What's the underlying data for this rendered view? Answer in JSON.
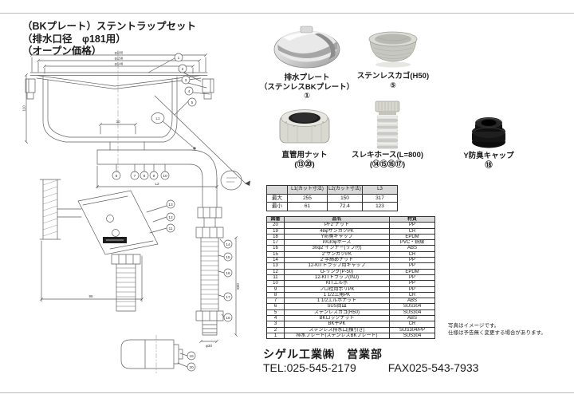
{
  "header": {
    "line1": "（BKプレート）ステントラップセット",
    "line2": "（排水口径　φ181用）",
    "line3": "（オープン価格）"
  },
  "photos": [
    {
      "line1": "排水プレート",
      "line2": "（ステンレスBKプレート）",
      "line3": "①"
    },
    {
      "line1": "ステンレスカゴ(H50)",
      "line2": "⑤"
    },
    {
      "line1": "直管用ナット",
      "line2": "(⑬⑳)"
    },
    {
      "line1": "スレキホース(L=800)",
      "line2": "(⑭⑮⑯⑰)"
    },
    {
      "line1": "Y防臭キャップ",
      "line2": "⑱"
    }
  ],
  "dim_table": {
    "headers": [
      "",
      "L1(カット寸法)",
      "L2(カット寸法)",
      "L3"
    ],
    "rows": [
      {
        "label": "最大",
        "values": [
          "255",
          "150",
          "317"
        ]
      },
      {
        "label": "最小",
        "values": [
          "61",
          "72.4",
          "123"
        ]
      }
    ]
  },
  "parts_table": {
    "headers": [
      "図番",
      "品名",
      "材質"
    ],
    "rows": [
      [
        "20",
        "PF2”ナット",
        "PP"
      ],
      [
        "19",
        "48φサンカクPK",
        "CR"
      ],
      [
        "18",
        "Y防臭キャップ",
        "EPDM"
      ],
      [
        "17",
        "PA30φホース",
        "PVC・鉄線"
      ],
      [
        "16",
        "30φ2”インナー(リブ付)",
        "ABS"
      ],
      [
        "15",
        "2”サンカクPK",
        "CR"
      ],
      [
        "14",
        "2”手締めナット",
        "PP"
      ],
      [
        "13",
        "12-KITトラップ用キャップ",
        "PP"
      ],
      [
        "12",
        "O-リング(P-50)",
        "EPDM"
      ],
      [
        "11",
        "12-KITトラップ(INJ)",
        "PP"
      ],
      [
        "10",
        "KITエルボ",
        "PP"
      ],
      [
        "9",
        "フロ栓用ポリPK",
        "PP"
      ],
      [
        "8",
        "1 1/2三角PK",
        "CR"
      ],
      [
        "7",
        "1 1/2エルボナット",
        "ABS"
      ],
      [
        "6",
        "SUS目皿",
        "SUS304"
      ],
      [
        "5",
        "ステンレスカゴ(H50)",
        "SUS304"
      ],
      [
        "4",
        "BKロックナット",
        "ABS"
      ],
      [
        "3",
        "BK平PK",
        "CR"
      ],
      [
        "2",
        "ステンレス排水口(横引き)",
        "SUS304/PP"
      ],
      [
        "1",
        "排水プレート(ステンレスBKプレート)",
        "SUS304"
      ]
    ]
  },
  "notes": [
    "写真はイメージです。",
    "仕様は予告無く変更する場合があります。"
  ],
  "footer": {
    "company": "シゲル工業㈱　営業部",
    "tel": "TEL:025-545-2179",
    "fax": "FAX025-543-7933"
  },
  "drawing": {
    "dims": {
      "top1": "φ180",
      "top2": "φ158",
      "top3": "φ146",
      "w30": "30",
      "h110": "110",
      "l1": "L1",
      "l2": "L2",
      "w95": "95",
      "len800": "800",
      "dia30": "φ30"
    },
    "callouts": [
      "1",
      "2",
      "3",
      "4",
      "5",
      "6",
      "7",
      "8",
      "9",
      "10",
      "11",
      "12",
      "13",
      "14",
      "15",
      "16",
      "17",
      "18",
      "19",
      "20"
    ]
  }
}
